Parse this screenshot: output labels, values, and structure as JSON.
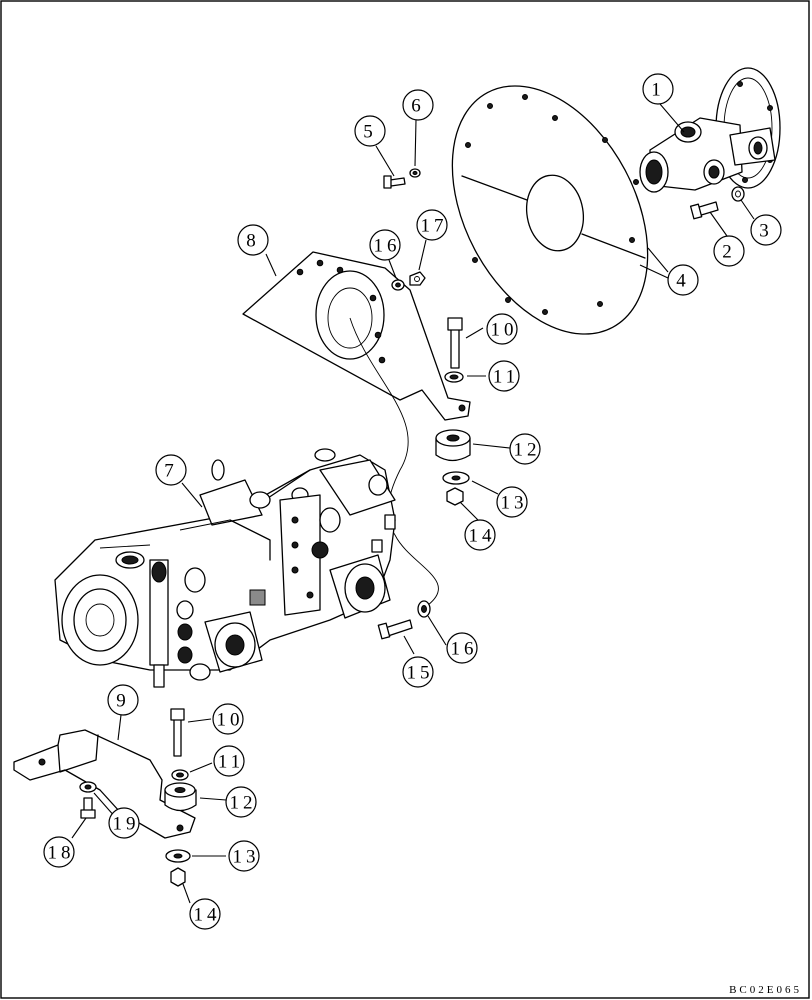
{
  "drawing_code": "BC02E065",
  "callouts": [
    {
      "id": "c1",
      "label": "1"
    },
    {
      "id": "c2",
      "label": "2"
    },
    {
      "id": "c3",
      "label": "3"
    },
    {
      "id": "c4",
      "label": "4"
    },
    {
      "id": "c5",
      "label": "5"
    },
    {
      "id": "c6",
      "label": "6"
    },
    {
      "id": "c7",
      "label": "7"
    },
    {
      "id": "c8",
      "label": "8"
    },
    {
      "id": "c9",
      "label": "9"
    },
    {
      "id": "c10a",
      "label": "10"
    },
    {
      "id": "c10b",
      "label": "10"
    },
    {
      "id": "c11a",
      "label": "11"
    },
    {
      "id": "c11b",
      "label": "11"
    },
    {
      "id": "c12a",
      "label": "12"
    },
    {
      "id": "c12b",
      "label": "12"
    },
    {
      "id": "c13a",
      "label": "13"
    },
    {
      "id": "c13b",
      "label": "13"
    },
    {
      "id": "c14a",
      "label": "14"
    },
    {
      "id": "c14b",
      "label": "14"
    },
    {
      "id": "c15",
      "label": "15"
    },
    {
      "id": "c16a",
      "label": "16"
    },
    {
      "id": "c16b",
      "label": "16"
    },
    {
      "id": "c17",
      "label": "17"
    },
    {
      "id": "c18",
      "label": "18"
    },
    {
      "id": "c19",
      "label": "19"
    }
  ]
}
